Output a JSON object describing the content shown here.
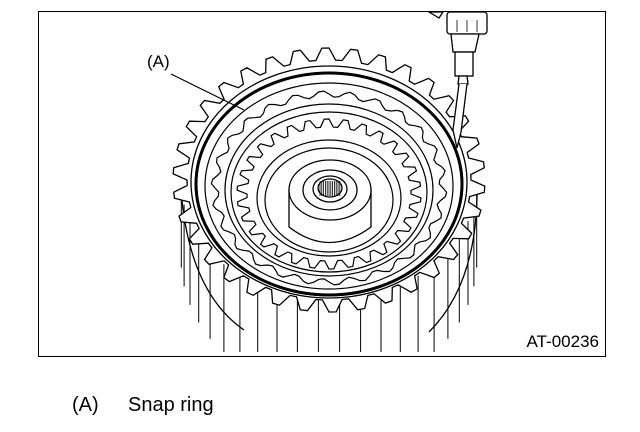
{
  "figure": {
    "callout_label": "(A)",
    "code": "AT-00236"
  },
  "legend": {
    "items": [
      {
        "tag": "(A)",
        "text": "Snap ring"
      }
    ]
  }
}
